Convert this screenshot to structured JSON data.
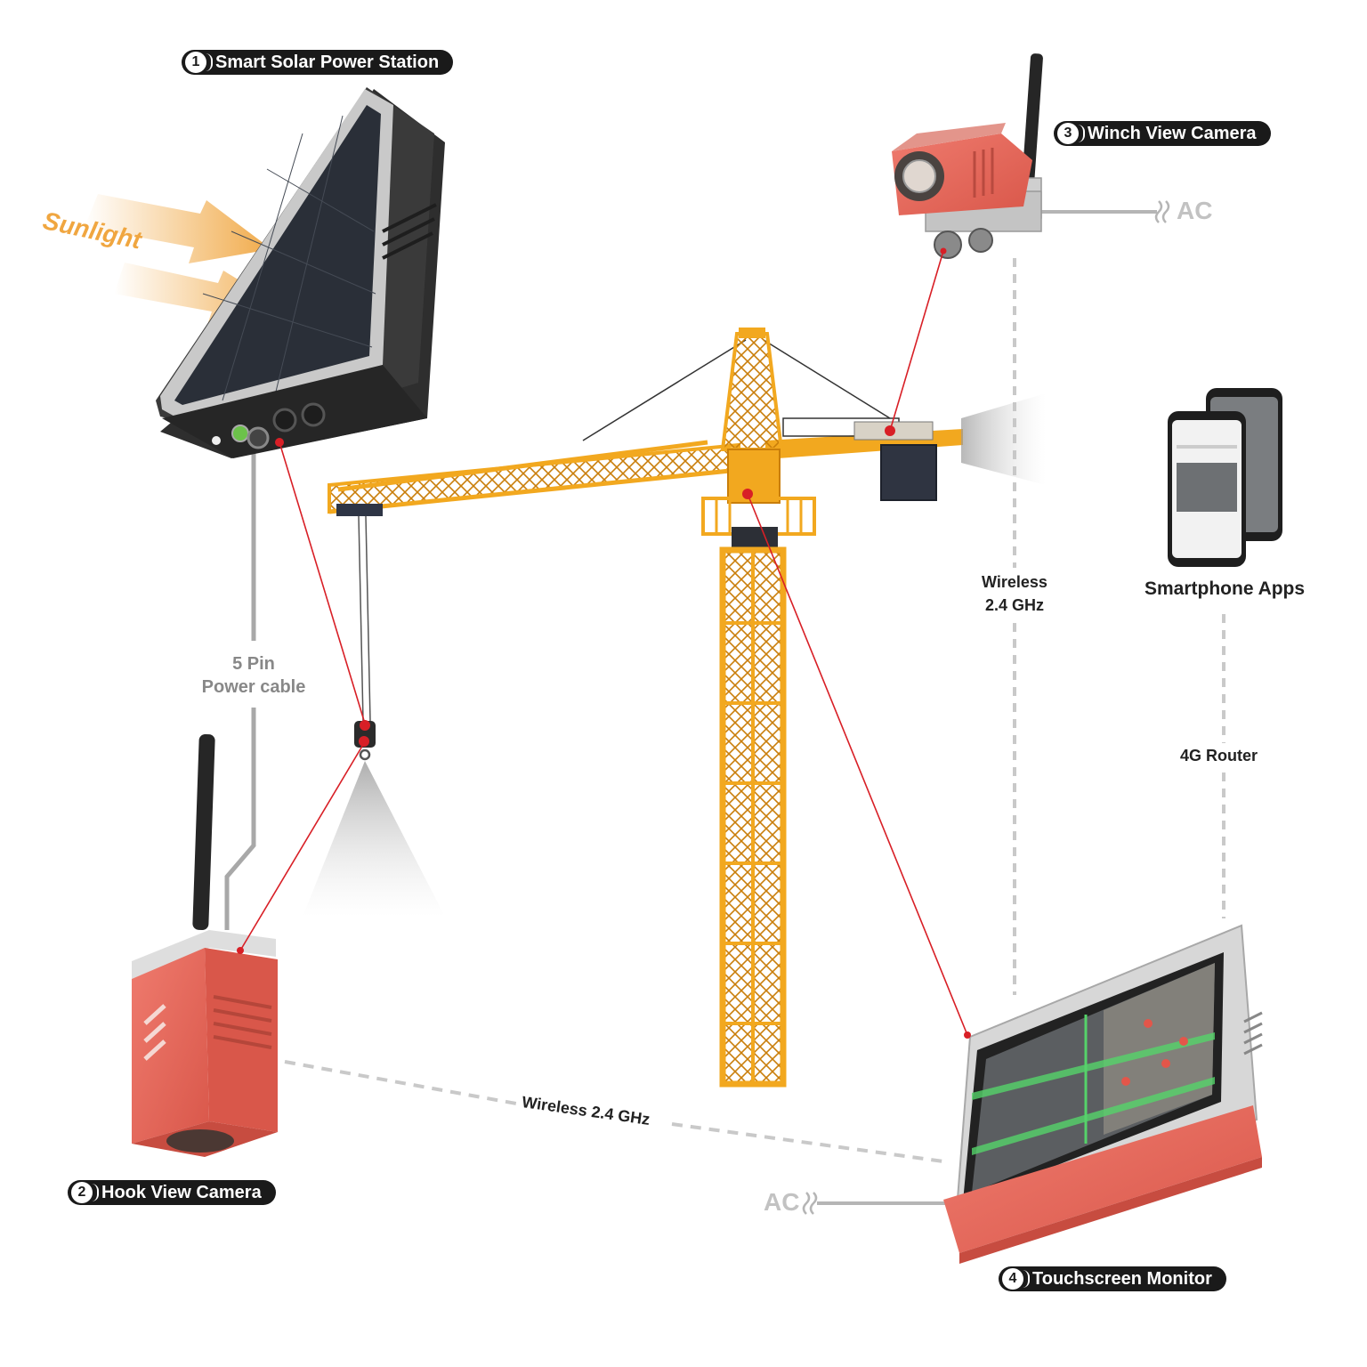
{
  "labels": {
    "solar_station": {
      "number": "1",
      "text": "Smart Solar Power Station"
    },
    "hook_camera": {
      "number": "2",
      "text": "Hook View Camera"
    },
    "winch_camera": {
      "number": "3",
      "text": "Winch View Camera"
    },
    "monitor": {
      "number": "4",
      "text": "Touchscreen Monitor"
    }
  },
  "annotations": {
    "sunlight": "Sunlight",
    "power_cable_line1": "5 Pin",
    "power_cable_line2": "Power cable",
    "wireless_vertical_line1": "Wireless",
    "wireless_vertical_line2": "2.4 GHz",
    "smartphone_apps": "Smartphone Apps",
    "router": "4G Router",
    "wireless_horizontal": "Wireless 2.4 GHz",
    "ac_winch": "AC",
    "ac_monitor": "AC"
  },
  "colors": {
    "crane": "#f2a81f",
    "device_body": "#e86a5c",
    "solar_panel": "#2b2b2b",
    "pointer": "#d81f26",
    "sunlight": "#f0a640",
    "connection_line": "#bdbdbd"
  }
}
